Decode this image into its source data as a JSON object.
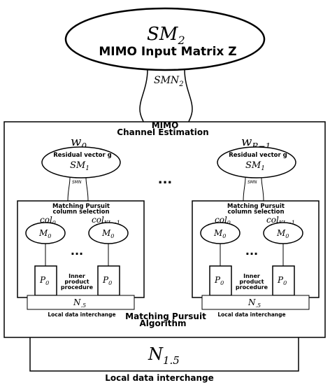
{
  "top_node": {
    "label": "SM",
    "label_sub": "2",
    "caption": "MIMO Input Matrix Z"
  },
  "top_link": {
    "label": "SMN",
    "label_sub": "2"
  },
  "main_box": {
    "title_line1": "MIMO",
    "title_line2": "Channel Estimation",
    "bottom_line1": "Matching Pursuit",
    "bottom_line2": "Algorithm"
  },
  "ellipsis": "...",
  "workers": [
    {
      "w_label": "w",
      "w_sub": "0",
      "residual_caption": "Residual vector g",
      "sm_label": "SM",
      "sm_sub": "1",
      "link_label": "SMN",
      "mp_title_line1": "Matching Pursuit",
      "mp_title_line2": "column selection",
      "col_left": "col",
      "col_left_sub": "0",
      "col_right": "col",
      "col_right_sub": "KL−1",
      "m_label": "M",
      "m_sub": "0",
      "p_label": "P",
      "p_sub": "0",
      "inner_line1": "Inner",
      "inner_line2": "product",
      "inner_line3": "procedure",
      "n_label": "N",
      "n_sub": ".5",
      "interchange": "Local data interchange"
    },
    {
      "w_label": "w",
      "w_sub": "R−1",
      "residual_caption": "Residual vector g",
      "sm_label": "SM",
      "sm_sub": "1",
      "link_label": "SMN",
      "mp_title_line1": "Matching Pursuit",
      "mp_title_line2": "column selection",
      "col_left": "col",
      "col_left_sub": "0",
      "col_right": "col",
      "col_right_sub": "KL−1",
      "m_label": "M",
      "m_sub": "0",
      "p_label": "P",
      "p_sub": "0",
      "inner_line1": "Inner",
      "inner_line2": "product",
      "inner_line3": "procedure",
      "n_label": "N",
      "n_sub": ".5",
      "interchange": "Local data interchange"
    }
  ],
  "bottom_node": {
    "label": "N",
    "label_sub": "1.5",
    "caption": "Local data interchange"
  }
}
